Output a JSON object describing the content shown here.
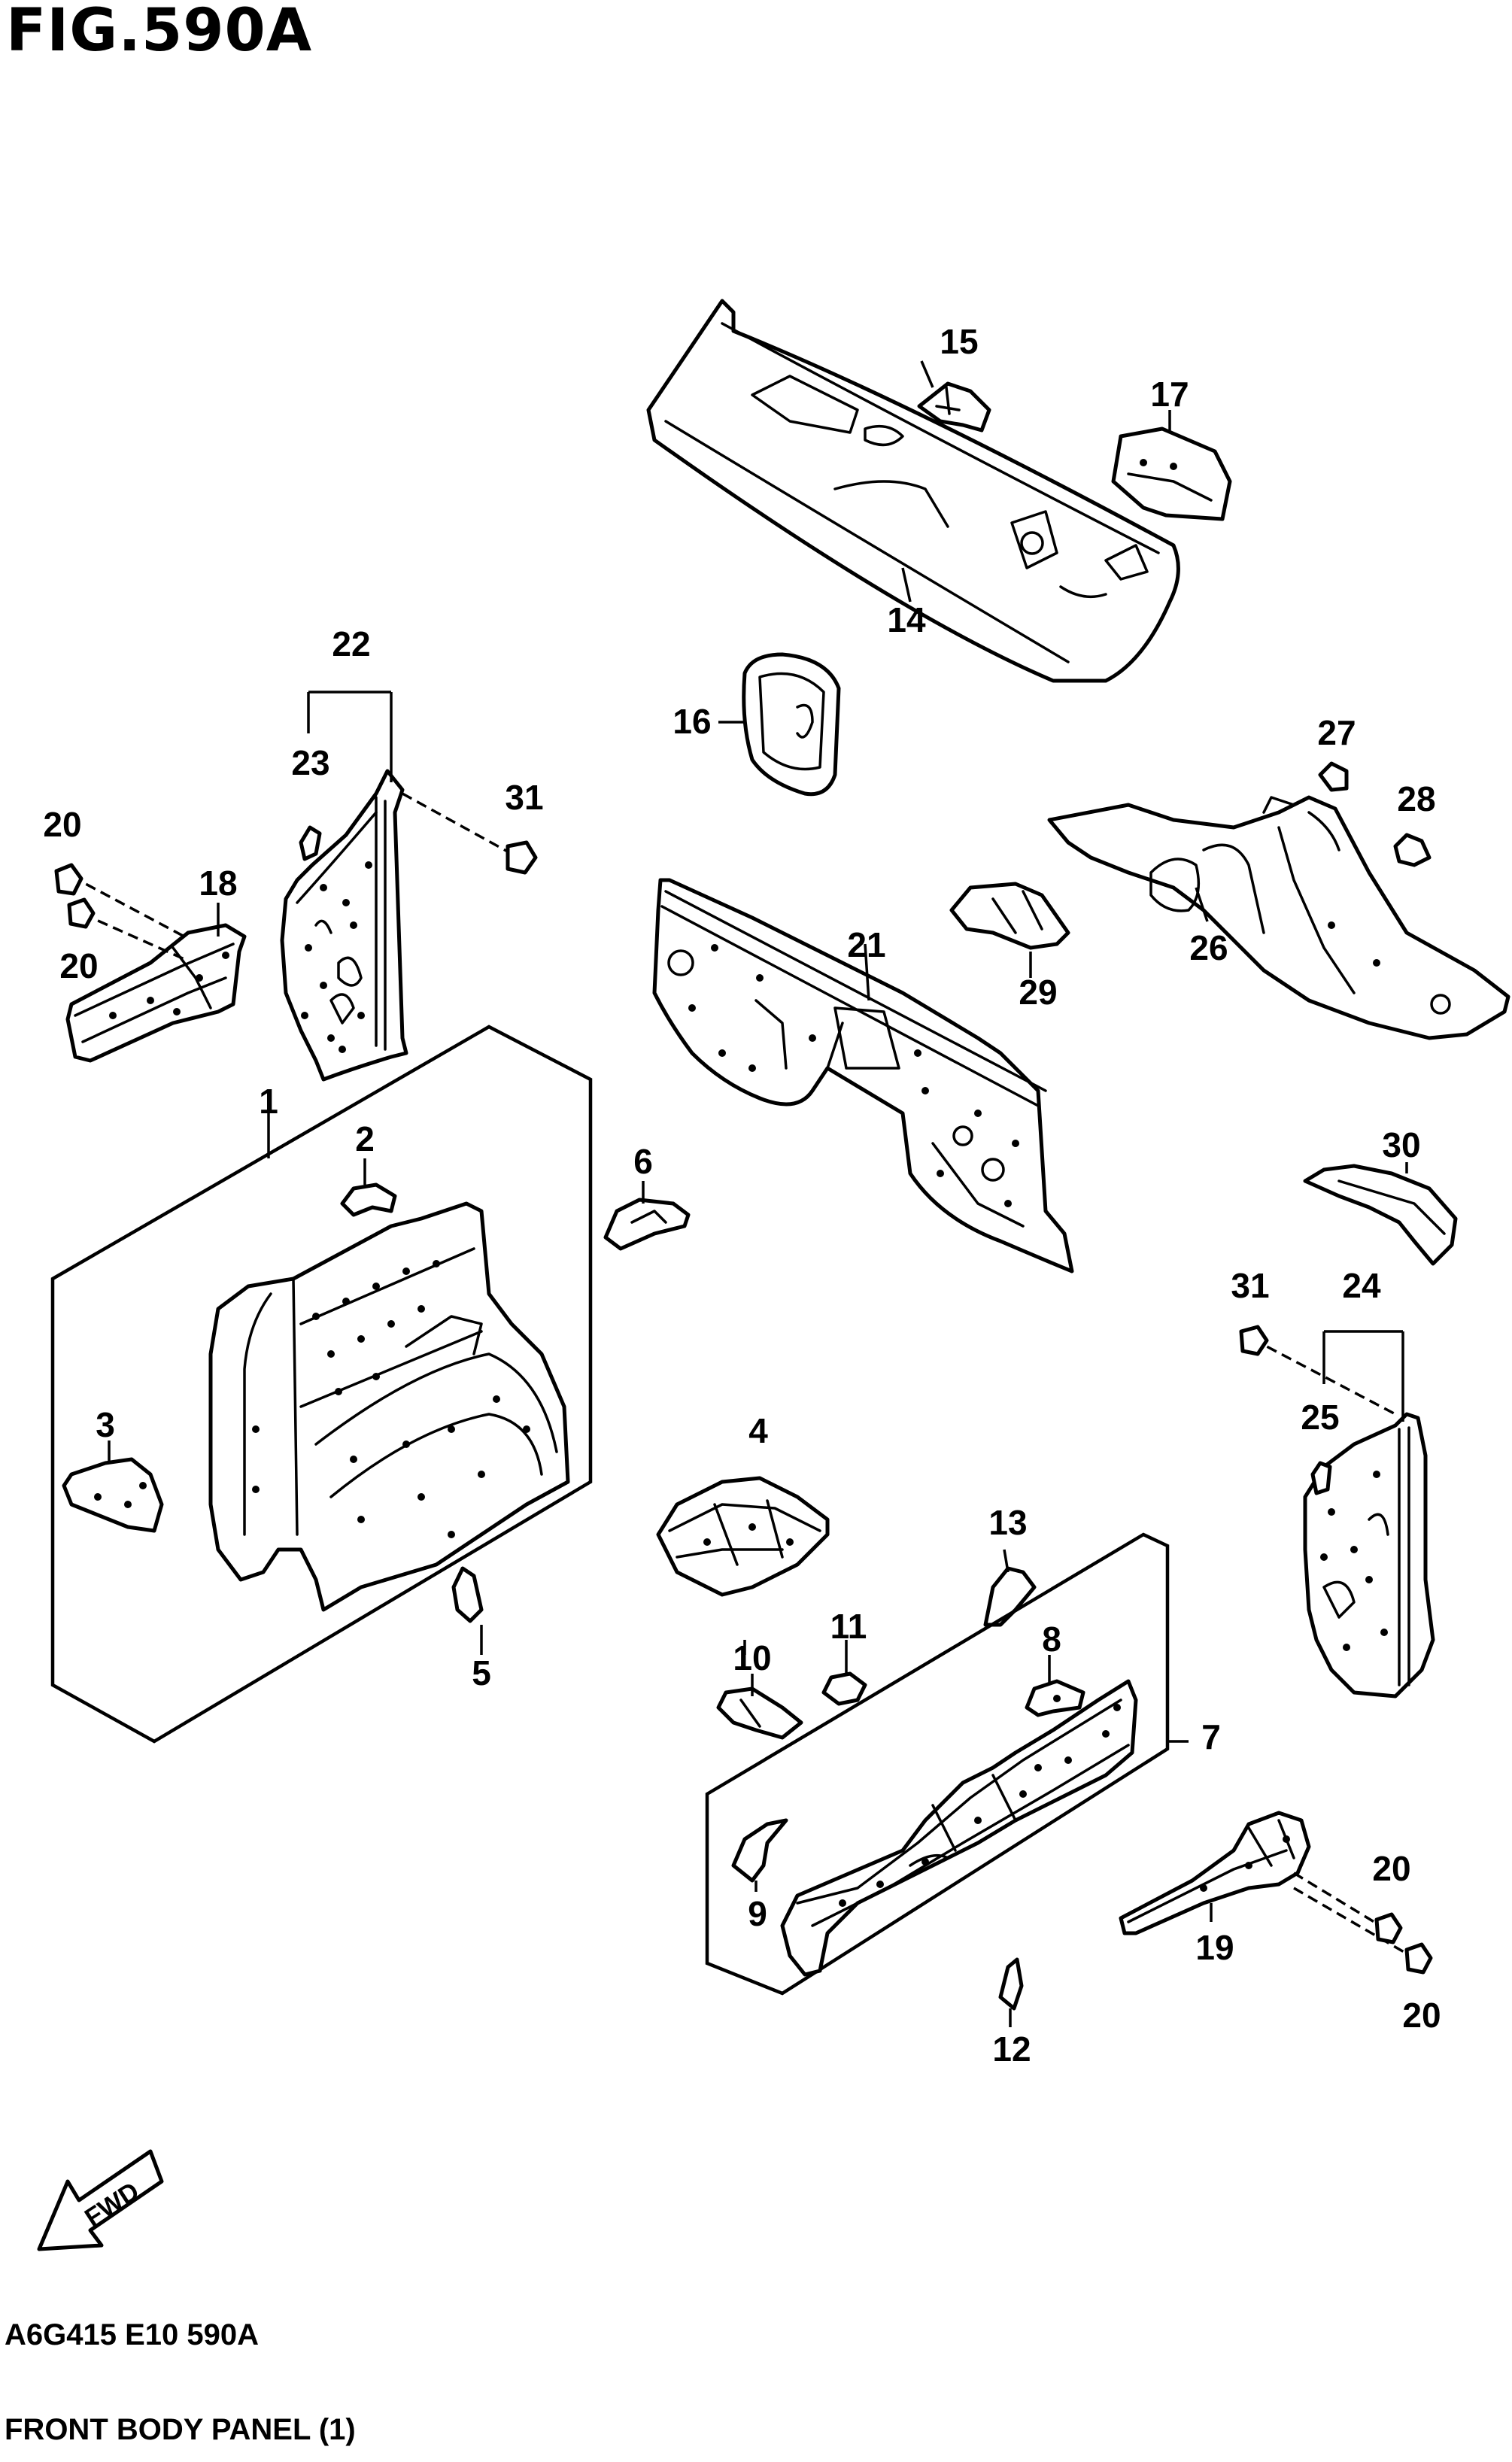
{
  "figure": {
    "title": "FIG.590A",
    "diagram_code": "A6G415 E10 590A",
    "diagram_name": "FRONT BODY PANEL (1)",
    "fwd_label": "FWD"
  },
  "callouts": {
    "c1": "1",
    "c2": "2",
    "c3": "3",
    "c4": "4",
    "c5": "5",
    "c6": "6",
    "c7": "7",
    "c8": "8",
    "c9": "9",
    "c10": "10",
    "c11": "11",
    "c12": "12",
    "c13": "13",
    "c14": "14",
    "c15": "15",
    "c16": "16",
    "c17": "17",
    "c18": "18",
    "c19": "19",
    "c20a": "20",
    "c20b": "20",
    "c20c": "20",
    "c20d": "20",
    "c21": "21",
    "c22": "22",
    "c23": "23",
    "c24": "24",
    "c25": "25",
    "c26": "26",
    "c27": "27",
    "c28": "28",
    "c29": "29",
    "c30": "30",
    "c31a": "31",
    "c31b": "31"
  }
}
